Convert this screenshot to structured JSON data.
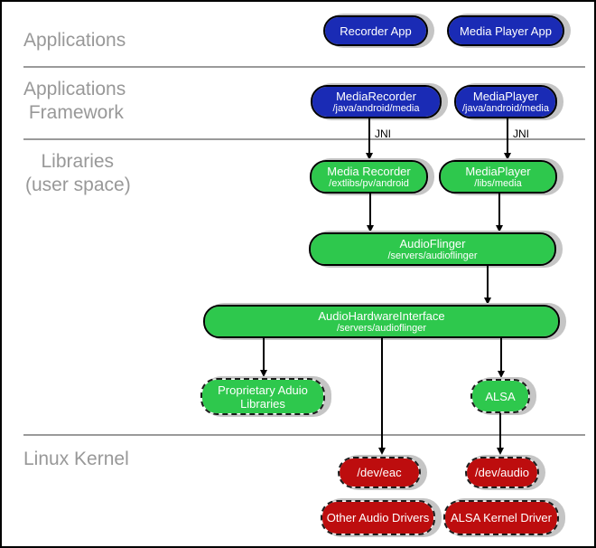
{
  "sections": {
    "applications": {
      "label": "Applications"
    },
    "applications_framework": {
      "label": "Applications\n Framework"
    },
    "libraries": {
      "label": "   Libraries\n(user space)"
    },
    "linux_kernel": {
      "label": "Linux Kernel"
    }
  },
  "labels": {
    "jni": "JNI"
  },
  "boxes": {
    "recorder_app": {
      "title": "Recorder App"
    },
    "media_player_app": {
      "title": "Media Player App"
    },
    "media_recorder_framework": {
      "title": "MediaRecorder",
      "subtitle": "/java/android/media"
    },
    "media_player_framework": {
      "title": "MediaPlayer",
      "subtitle": "/java/android/media"
    },
    "media_recorder_library": {
      "title": "Media Recorder",
      "subtitle": "/extlibs/pv/android"
    },
    "media_player_library": {
      "title": "MediaPlayer",
      "subtitle": "/libs/media"
    },
    "audio_flinger": {
      "title": "AudioFlinger",
      "subtitle": "/servers/audioflinger"
    },
    "audio_hardware_interface": {
      "title": "AudioHardwareInterface",
      "subtitle": "/servers/audioflinger"
    },
    "proprietary_audio_libraries": {
      "title": "Proprietary Aduio Libraries"
    },
    "alsa": {
      "title": "ALSA"
    },
    "dev_eac": {
      "title": "/dev/eac"
    },
    "dev_audio": {
      "title": "/dev/audio"
    },
    "other_audio_drivers": {
      "title": "Other Audio Drivers"
    },
    "alsa_kernel_driver": {
      "title": "ALSA Kernel Driver"
    }
  },
  "colors": {
    "app_blue": "#1a2bb5",
    "lib_green": "#2ec84d",
    "kernel_red": "#bd0d0e",
    "section_label_gray": "#989898",
    "divider_gray": "#9a9a9a",
    "shadow_gray": "#c5c5c5"
  }
}
